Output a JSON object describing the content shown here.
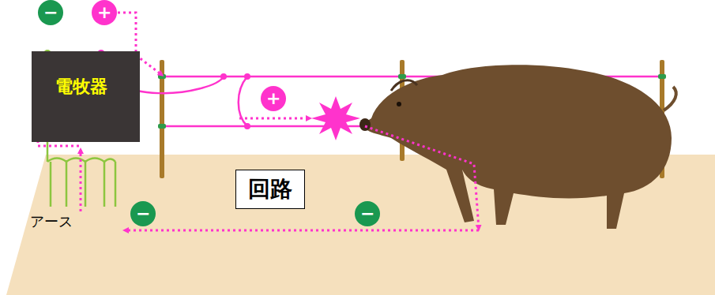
{
  "diagram": {
    "nodes": [
      {
        "text": [
          "−"
        ]
      },
      {
        "text": [
          "+"
        ]
      },
      {
        "text": [
          "電牧器"
        ]
      },
      {
        "text": [
          "+"
        ]
      },
      {
        "text": [
          "回路"
        ]
      },
      {
        "text": [
          "−"
        ]
      },
      {
        "text": [
          "−"
        ]
      }
    ],
    "labels": [
      "アース"
    ]
  }
}
